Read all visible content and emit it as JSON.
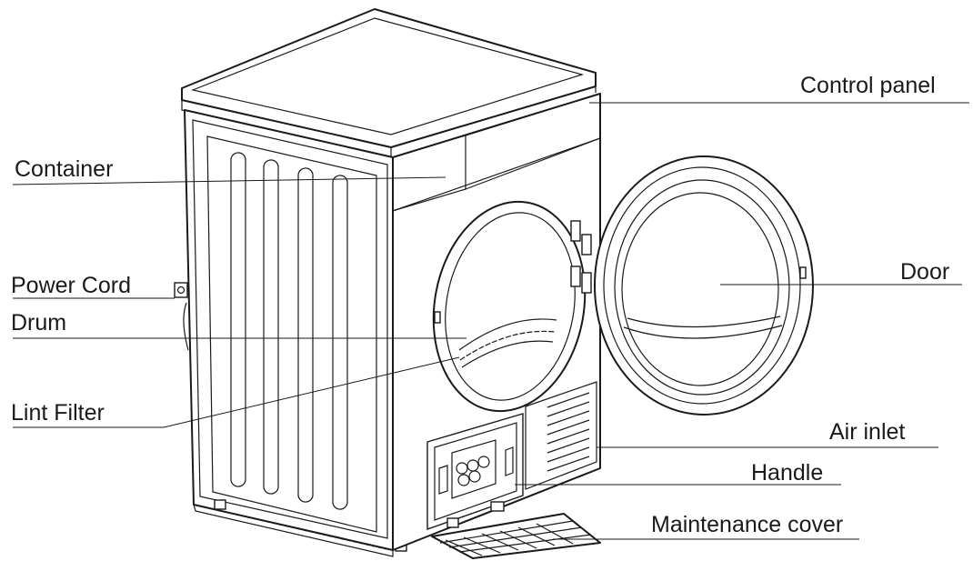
{
  "labels": {
    "control_panel": "Control panel",
    "container": "Container",
    "power_cord": "Power Cord",
    "drum": "Drum",
    "lint_filter": "Lint Filter",
    "door": "Door",
    "air_inlet": "Air inlet",
    "handle": "Handle",
    "maintenance_cover": "Maintenance cover"
  }
}
